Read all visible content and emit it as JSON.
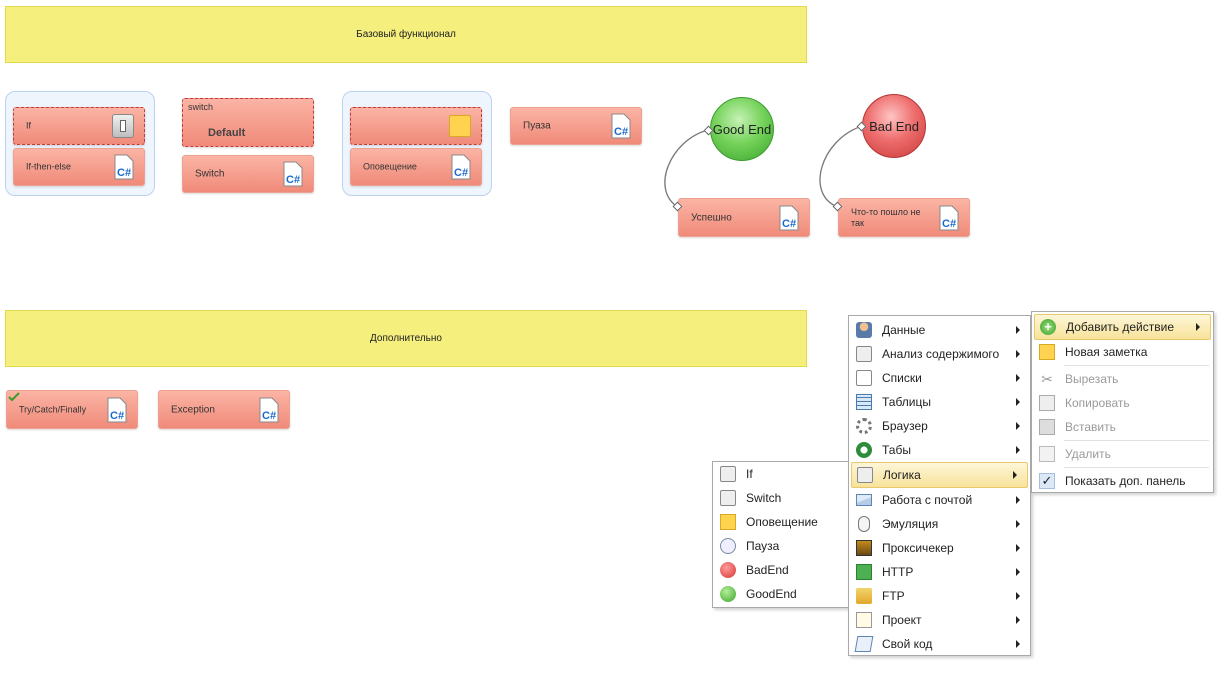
{
  "banners": {
    "basic": "Базовый функционал",
    "extra": "Дополнительно"
  },
  "nodes": {
    "if": "If",
    "if_then_else": "If-then-else",
    "switch_header": "switch",
    "switch_default": "Default",
    "switch": "Switch",
    "alert": "Оповещение",
    "pause": "Пуаза",
    "success": "Успешно",
    "fail": "Что-то пошло не так",
    "try_catch": "Try/Catch/Finally",
    "exception": "Exception"
  },
  "balls": {
    "good": "Good End",
    "bad": "Bad End"
  },
  "main_menu": [
    {
      "label": "Данные",
      "icon": "person-icon"
    },
    {
      "label": "Анализ содержимого",
      "icon": "document-analysis-icon"
    },
    {
      "label": "Списки",
      "icon": "list-icon"
    },
    {
      "label": "Таблицы",
      "icon": "table-icon"
    },
    {
      "label": "Браузер",
      "icon": "gear-icon"
    },
    {
      "label": "Табы",
      "icon": "tab-icon"
    },
    {
      "label": "Логика",
      "icon": "logic-icon"
    },
    {
      "label": "Работа с почтой",
      "icon": "mail-icon"
    },
    {
      "label": "Эмуляция",
      "icon": "mouse-icon"
    },
    {
      "label": "Проксичекер",
      "icon": "proxy-icon"
    },
    {
      "label": "HTTP",
      "icon": "http-icon"
    },
    {
      "label": "FTP",
      "icon": "ftp-icon"
    },
    {
      "label": "Проект",
      "icon": "project-icon"
    },
    {
      "label": "Свой код",
      "icon": "code-icon"
    }
  ],
  "logic_menu": [
    {
      "label": "If",
      "icon": "if-icon"
    },
    {
      "label": "Switch",
      "icon": "switch-icon"
    },
    {
      "label": "Оповещение",
      "icon": "note-icon"
    },
    {
      "label": "Пауза",
      "icon": "pause-icon"
    },
    {
      "label": "BadEnd",
      "icon": "red-ball-icon"
    },
    {
      "label": "GoodEnd",
      "icon": "green-ball-icon"
    }
  ],
  "context_menu": {
    "add_action": "Добавить действие",
    "new_note": "Новая заметка",
    "cut": "Вырезать",
    "copy": "Копировать",
    "paste": "Вставить",
    "delete": "Удалить",
    "show_panel": "Показать доп. панель"
  },
  "colors": {
    "banner": "#f5ef7e",
    "node": "#f59a88",
    "highlight": "#f8e39a"
  }
}
